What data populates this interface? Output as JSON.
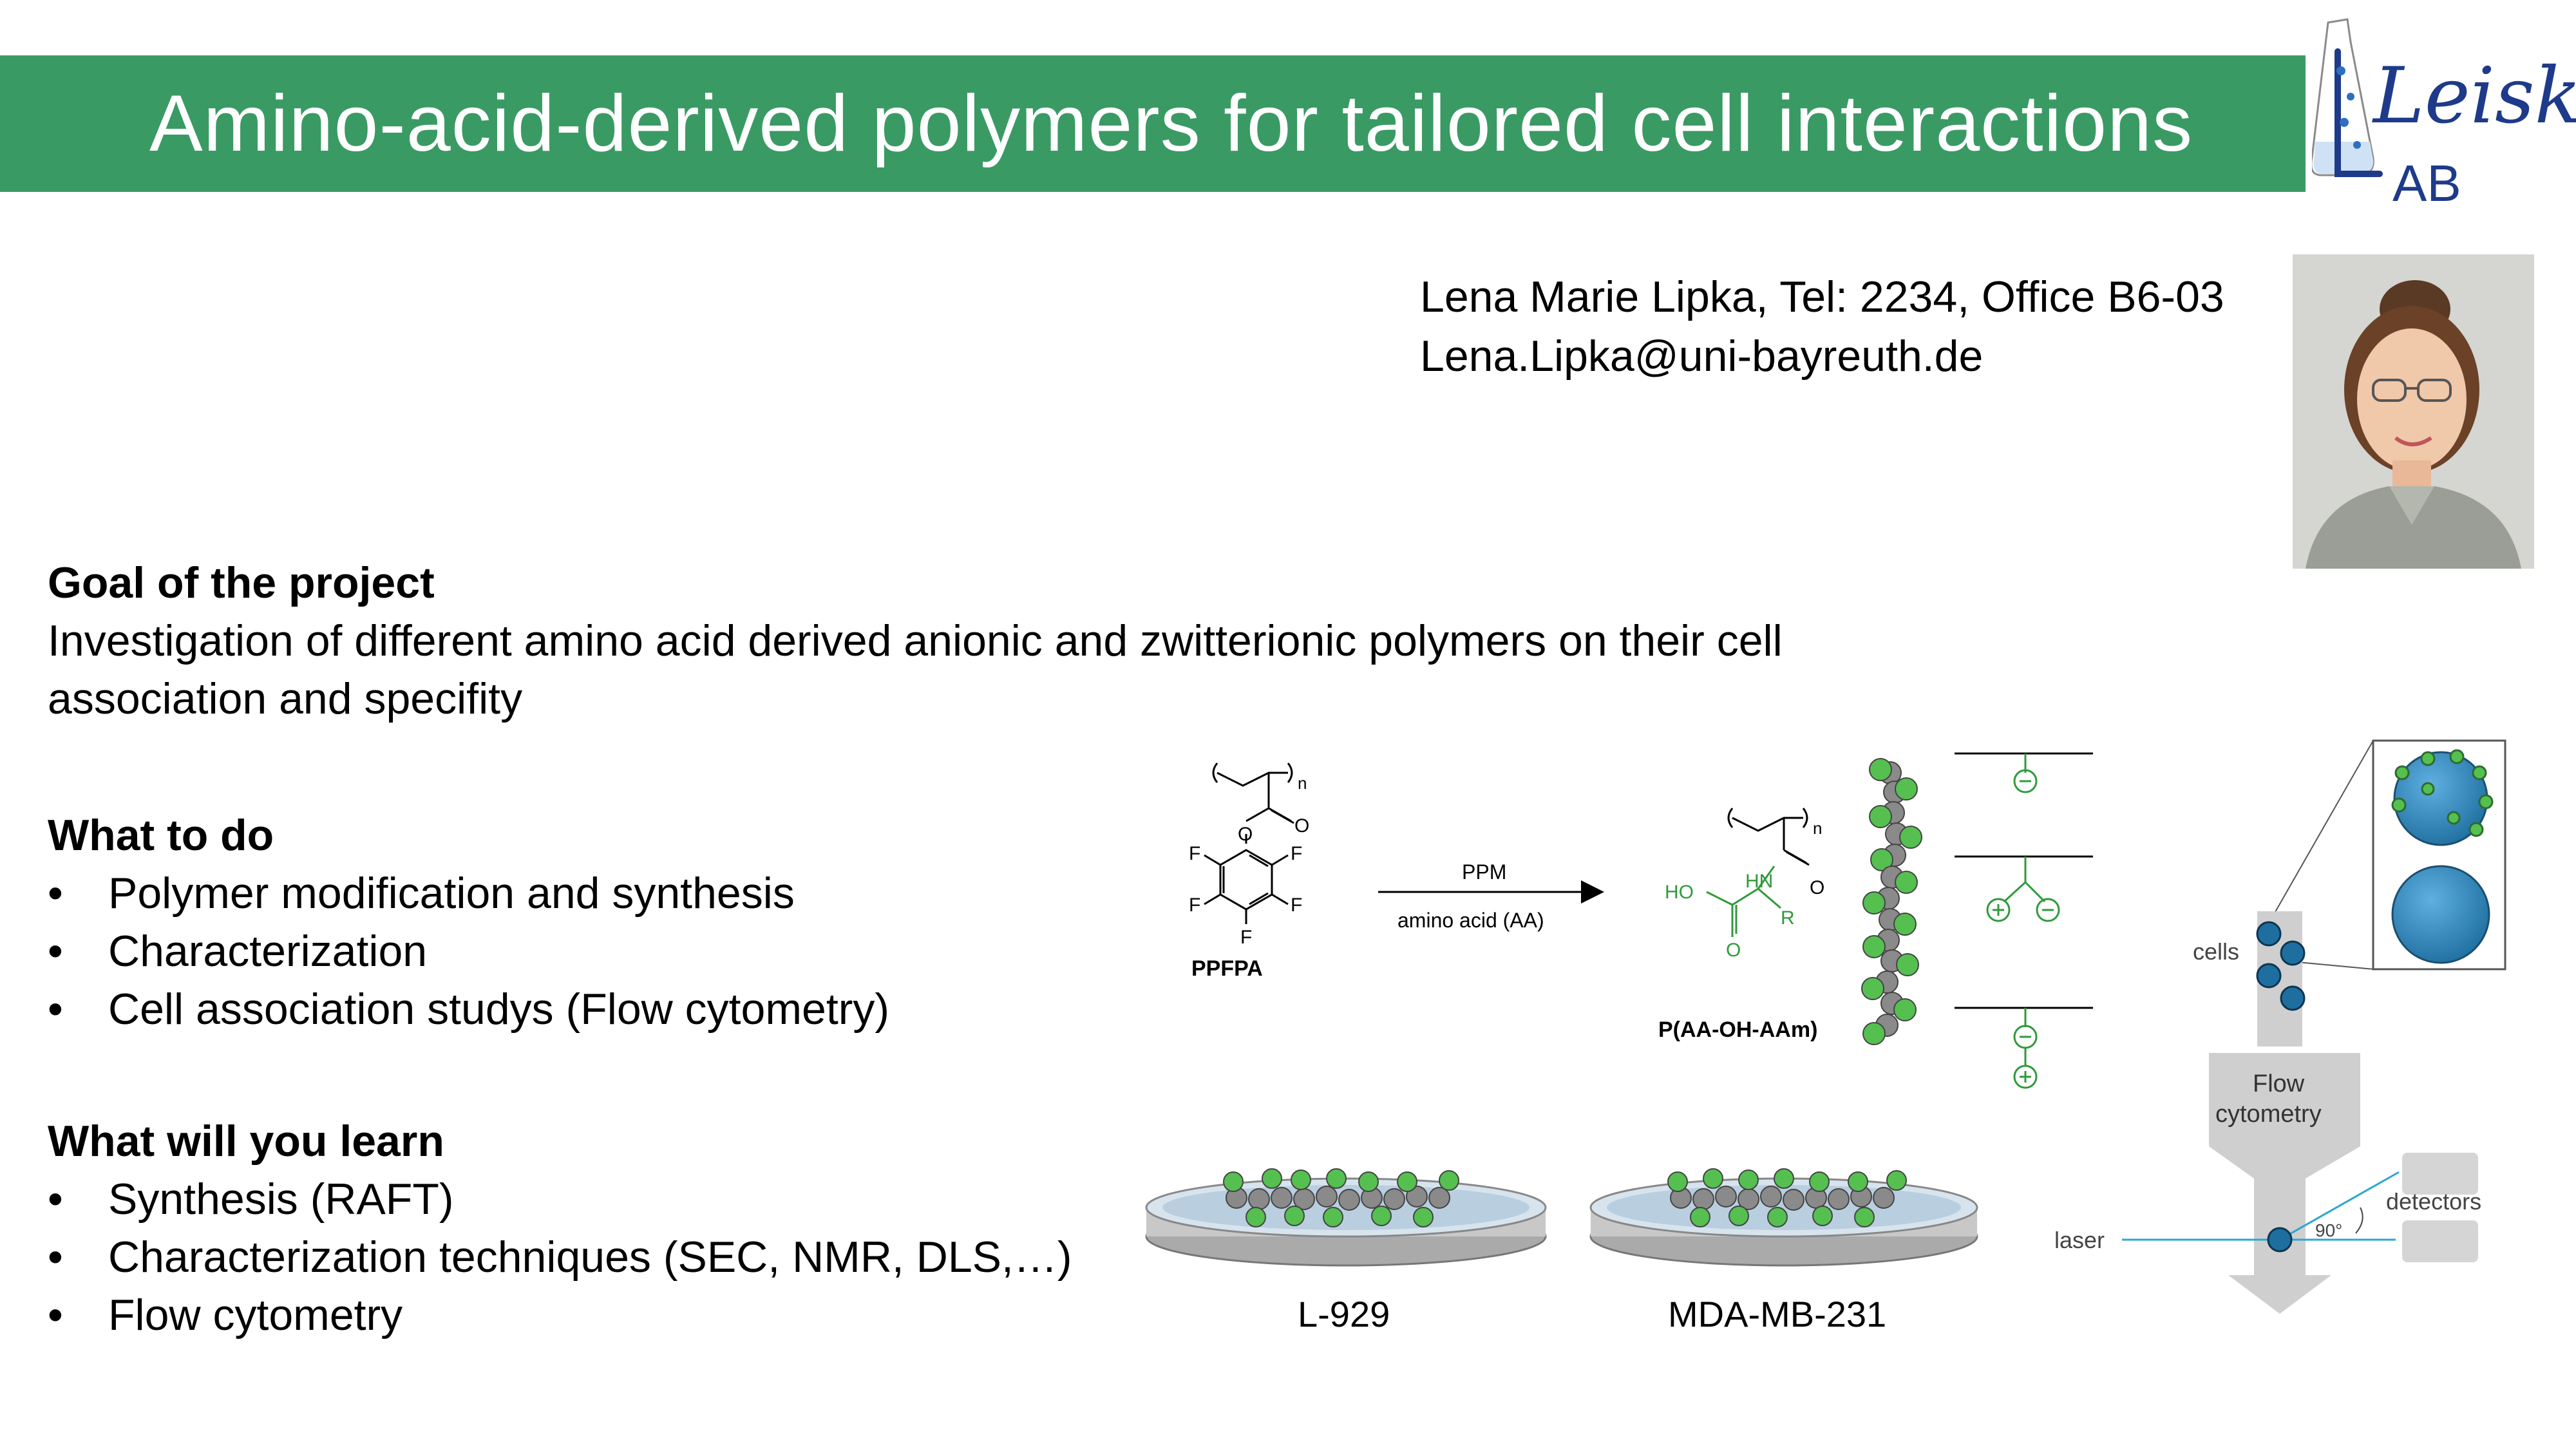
{
  "title": "Amino-acid-derived polymers for tailored cell interactions",
  "logo": {
    "text_main": "Leiske",
    "text_sub": "AB",
    "accent": "#1e3a8a"
  },
  "contact": {
    "line1": "Lena Marie Lipka, Tel: 2234, Office B6-03",
    "line2": "Lena.Lipka@uni-bayreuth.de"
  },
  "goal": {
    "heading": "Goal of the project",
    "text": "Investigation of different amino acid derived anionic and zwitterionic polymers on their cell association and specifity"
  },
  "todo": {
    "heading": "What to do",
    "items": [
      "Polymer modification and synthesis",
      "Characterization",
      "Cell association studys (Flow cytometry)"
    ]
  },
  "learn": {
    "heading": "What will you learn",
    "items": [
      "Synthesis (RAFT)",
      "Characterization techniques (SEC, NMR, DLS,…)",
      "Flow cytometry"
    ]
  },
  "scheme": {
    "reaction_top": "PPM",
    "reaction_bottom": "amino acid (AA)",
    "reactant_label": "PPFPA",
    "product_label": "P(AA-OH-AAm)",
    "f_labels": [
      "F",
      "F",
      "F",
      "F",
      "F"
    ],
    "o_label": "O",
    "n_label": "n",
    "hn_label": "HN",
    "ho_label": "HO",
    "r_label": "R",
    "dish1_label": "L-929",
    "dish2_label": "MDA-MB-231",
    "cells_label": "cells",
    "flow_label_1": "Flow",
    "flow_label_2": "cytometry",
    "detectors_label": "detectors",
    "laser_label": "laser",
    "angle_label": "90°",
    "green": "#2e9a3a"
  },
  "bullet_char": "•"
}
